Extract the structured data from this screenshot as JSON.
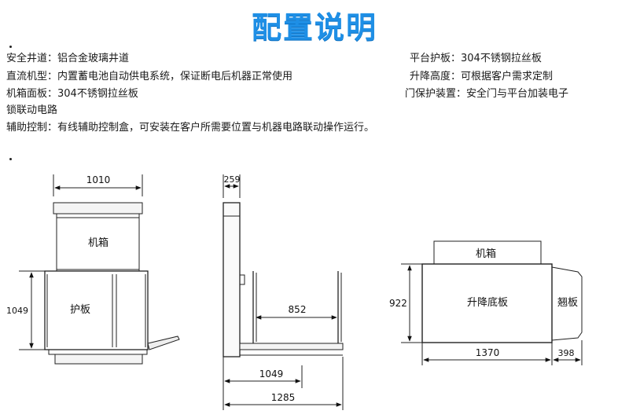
{
  "title": "配置说明",
  "specs": {
    "shaft": "安全井道：铝合金玻璃井道",
    "motor": "直流机型：内置蓄电池自动供电系统，保证断电后机器正常使用",
    "panel": "机箱面板：304不锈钢拉丝板",
    "panel_wrap": "锁联动电路",
    "aux": "辅助控制：有线辅助控制盒，可安装在客户所需要位置与机器电路联动操作运行。",
    "guard": "平台护板：304不锈钢拉丝板",
    "height": "升降高度：可根据客户需求定制",
    "door": "门保护装置：安全门与平台加装电子"
  },
  "diagram": {
    "front": {
      "width": "1010",
      "height": "1049",
      "box": "机箱",
      "guard": "护板"
    },
    "side": {
      "depth": "259",
      "inner": "852",
      "bottom1": "1049",
      "bottom2": "1285"
    },
    "top": {
      "height": "922",
      "length": "1370",
      "ramp": "398",
      "box": "机箱",
      "platform": "升降底板",
      "ramp_label": "翘板"
    }
  }
}
